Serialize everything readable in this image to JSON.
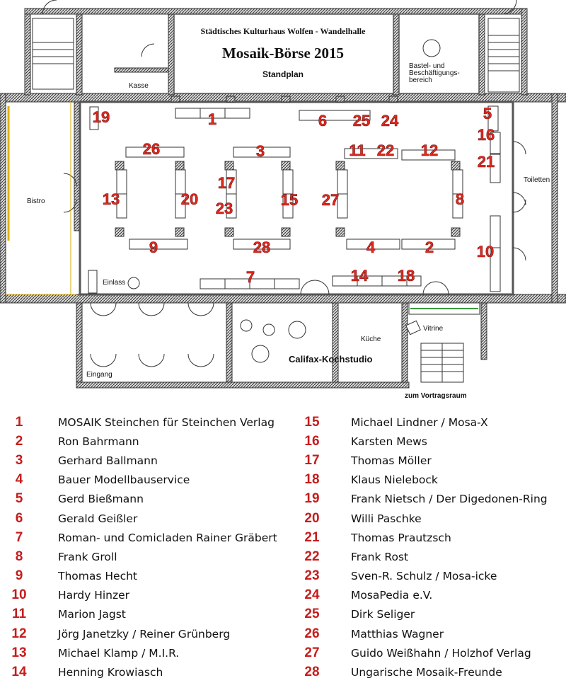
{
  "header": {
    "venue": "Städtisches Kulturhaus Wolfen - Wandelhalle",
    "event": "Mosaik-Börse 2015",
    "subtitle": "Standplan"
  },
  "rooms": {
    "kasse": "Kasse",
    "bastel_1": "Bastel- und",
    "bastel_2": "Beschäftigungs-",
    "bastel_3": "bereich",
    "toiletten": "Toiletten",
    "bistro": "Bistro",
    "einlass": "Einlass",
    "eingang": "Eingang",
    "kueche": "Küche",
    "califax": "Califax-Kochstudio",
    "vitrine": "Vitrine",
    "vortragsraum": "zum Vortragsraum"
  },
  "stands": [
    {
      "number": "1",
      "name": "MOSAIK Steinchen für Steinchen Verlag"
    },
    {
      "number": "2",
      "name": "Ron Bahrmann"
    },
    {
      "number": "3",
      "name": "Gerhard Ballmann"
    },
    {
      "number": "4",
      "name": "Bauer Modellbauservice"
    },
    {
      "number": "5",
      "name": "Gerd Bießmann"
    },
    {
      "number": "6",
      "name": "Gerald Geißler"
    },
    {
      "number": "7",
      "name": "Roman- und Comicladen Rainer Gräbert"
    },
    {
      "number": "8",
      "name": "Frank Groll"
    },
    {
      "number": "9",
      "name": "Thomas Hecht"
    },
    {
      "number": "10",
      "name": "Hardy Hinzer"
    },
    {
      "number": "11",
      "name": "Marion Jagst"
    },
    {
      "number": "12",
      "name": "Jörg Janetzky / Reiner Grünberg"
    },
    {
      "number": "13",
      "name": "Michael Klamp / M.I.R."
    },
    {
      "number": "14",
      "name": "Henning Krowiasch"
    },
    {
      "number": "15",
      "name": "Michael Lindner / Mosa-X"
    },
    {
      "number": "16",
      "name": "Karsten Mews"
    },
    {
      "number": "17",
      "name": "Thomas Möller"
    },
    {
      "number": "18",
      "name": "Klaus Nielebock"
    },
    {
      "number": "19",
      "name": "Frank Nietsch / Der Digedonen-Ring"
    },
    {
      "number": "20",
      "name": "Willi Paschke"
    },
    {
      "number": "21",
      "name": "Thomas Prautzsch"
    },
    {
      "number": "22",
      "name": "Frank Rost"
    },
    {
      "number": "23",
      "name": "Sven-R. Schulz / Mosa-icke"
    },
    {
      "number": "24",
      "name": "MosaPedia e.V."
    },
    {
      "number": "25",
      "name": "Dirk Seliger"
    },
    {
      "number": "26",
      "name": "Matthias Wagner"
    },
    {
      "number": "27",
      "name": "Guido Weißhahn / Holzhof Verlag"
    },
    {
      "number": "28",
      "name": "Ungarische Mosaik-Freunde"
    }
  ],
  "colors": {
    "stand_number": "#e02a1f",
    "legend_number": "#c61c1c",
    "wall": "#555555"
  }
}
